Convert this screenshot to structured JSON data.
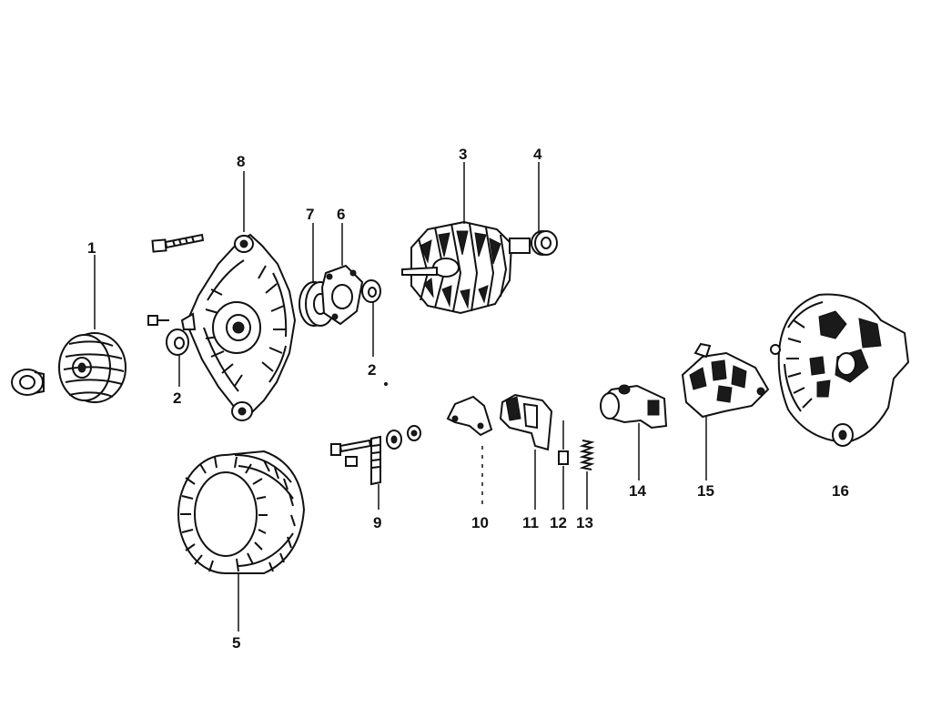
{
  "diagram": {
    "parts": [
      {
        "id": "pulley",
        "label": "1"
      },
      {
        "id": "washer-left",
        "label": "2"
      },
      {
        "id": "washer-right",
        "label": "2"
      },
      {
        "id": "rotor",
        "label": "3"
      },
      {
        "id": "rear-bearing",
        "label": "4"
      },
      {
        "id": "bearing-retainer",
        "label": "5"
      },
      {
        "id": "front-bearing",
        "label": "6"
      },
      {
        "id": "drive-end-frame",
        "label": "7"
      },
      {
        "id": "stator",
        "label": "8"
      },
      {
        "id": "terminal-bolt",
        "label": "9"
      },
      {
        "id": "bracket",
        "label": "10"
      },
      {
        "id": "brush-holder",
        "label": "11"
      },
      {
        "id": "brush",
        "label": "12"
      },
      {
        "id": "brush-spring",
        "label": "13"
      },
      {
        "id": "regulator",
        "label": "14"
      },
      {
        "id": "rectifier",
        "label": "15"
      },
      {
        "id": "rear-end-frame",
        "label": "16"
      }
    ]
  }
}
